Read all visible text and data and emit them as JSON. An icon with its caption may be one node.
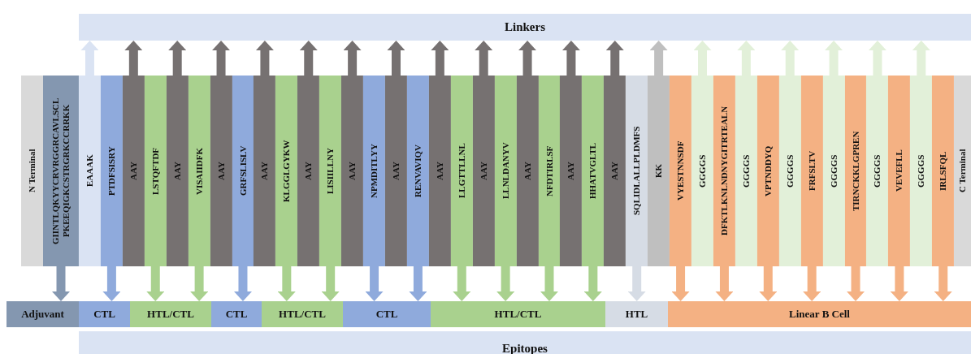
{
  "diagram": {
    "nodes": [
      {
        "text": [
          "Linkers"
        ]
      },
      {
        "text": [
          "N Terminal"
        ]
      },
      {
        "text": [
          "GIINTLQKYYCRVRGGRCAVLSCL PKEEQIGKCSTRGRKCCRRKK"
        ]
      },
      {
        "text": [
          "EAAAK"
        ]
      },
      {
        "text": [
          "PTDFSISRY"
        ]
      },
      {
        "text": [
          "AAY"
        ]
      },
      {
        "text": [
          "LSTQFTDF"
        ]
      },
      {
        "text": [
          "AAY"
        ]
      },
      {
        "text": [
          "VISAIIDFK"
        ]
      },
      {
        "text": [
          "AAY"
        ]
      },
      {
        "text": [
          "GRFSLISLV"
        ]
      },
      {
        "text": [
          "AAY"
        ]
      },
      {
        "text": [
          "KLGGLGYKW"
        ]
      },
      {
        "text": [
          "AAY"
        ]
      },
      {
        "text": [
          "LISIILLNY"
        ]
      },
      {
        "text": [
          "AAY"
        ]
      },
      {
        "text": [
          "NPMDITLYY"
        ]
      },
      {
        "text": [
          "AAY"
        ]
      },
      {
        "text": [
          "RENVAVIQV"
        ]
      },
      {
        "text": [
          "AAY"
        ]
      },
      {
        "text": [
          "LLGTTLLNL"
        ]
      },
      {
        "text": [
          "AAY"
        ]
      },
      {
        "text": [
          "LLNLDANYV"
        ]
      },
      {
        "text": [
          "AAY"
        ]
      },
      {
        "text": [
          "NFDTIRLSF"
        ]
      },
      {
        "text": [
          "AAY"
        ]
      },
      {
        "text": [
          "HHATVGLTL"
        ]
      },
      {
        "text": [
          "AAY"
        ]
      },
      {
        "text": [
          "SQLIDLALLPLDMFS"
        ]
      },
      {
        "text": [
          "KK"
        ]
      },
      {
        "text": [
          "VYESTNNSDF"
        ]
      },
      {
        "text": [
          "GGGGS"
        ]
      },
      {
        "text": [
          "DFKTLKNLNDNYGITRTEALN"
        ]
      },
      {
        "text": [
          "GGGGS"
        ]
      },
      {
        "text": [
          "VPTNDDYQ"
        ]
      },
      {
        "text": [
          "GGGGS"
        ]
      },
      {
        "text": [
          "FRFSLTV"
        ]
      },
      {
        "text": [
          "GGGGS"
        ]
      },
      {
        "text": [
          "TIRNCKKLGPREN"
        ]
      },
      {
        "text": [
          "GGGGS"
        ]
      },
      {
        "text": [
          "VEVEFLL"
        ]
      },
      {
        "text": [
          "GGGGS"
        ]
      },
      {
        "text": [
          "IRLSFQL"
        ]
      },
      {
        "text": [
          "C Terminal"
        ]
      },
      {
        "text": [
          "Adjuvant"
        ]
      },
      {
        "text": [
          "CTL"
        ]
      },
      {
        "text": [
          "HTL/CTL"
        ]
      },
      {
        "text": [
          "CTL"
        ]
      },
      {
        "text": [
          "HTL/CTL"
        ]
      },
      {
        "text": [
          "CTL"
        ]
      },
      {
        "text": [
          "HTL/CTL"
        ]
      },
      {
        "text": [
          "HTL"
        ]
      },
      {
        "text": [
          "Linear B Cell"
        ]
      },
      {
        "text": [
          "Epitopes"
        ]
      }
    ],
    "edges": [
      {
        "from": 3,
        "to": 0,
        "arrow": "to",
        "color": "#dae3f3"
      },
      {
        "from": 5,
        "to": 0,
        "arrow": "to",
        "color": "#767171"
      },
      {
        "from": 7,
        "to": 0,
        "arrow": "to",
        "color": "#767171"
      },
      {
        "from": 9,
        "to": 0,
        "arrow": "to",
        "color": "#767171"
      },
      {
        "from": 11,
        "to": 0,
        "arrow": "to",
        "color": "#767171"
      },
      {
        "from": 13,
        "to": 0,
        "arrow": "to",
        "color": "#767171"
      },
      {
        "from": 15,
        "to": 0,
        "arrow": "to",
        "color": "#767171"
      },
      {
        "from": 17,
        "to": 0,
        "arrow": "to",
        "color": "#767171"
      },
      {
        "from": 19,
        "to": 0,
        "arrow": "to",
        "color": "#767171"
      },
      {
        "from": 21,
        "to": 0,
        "arrow": "to",
        "color": "#767171"
      },
      {
        "from": 23,
        "to": 0,
        "arrow": "to",
        "color": "#767171"
      },
      {
        "from": 25,
        "to": 0,
        "arrow": "to",
        "color": "#767171"
      },
      {
        "from": 27,
        "to": 0,
        "arrow": "to",
        "color": "#767171"
      },
      {
        "from": 29,
        "to": 0,
        "arrow": "to",
        "color": "#bfbfbf"
      },
      {
        "from": 31,
        "to": 0,
        "arrow": "to",
        "color": "#e2f0d9"
      },
      {
        "from": 33,
        "to": 0,
        "arrow": "to",
        "color": "#e2f0d9"
      },
      {
        "from": 35,
        "to": 0,
        "arrow": "to",
        "color": "#e2f0d9"
      },
      {
        "from": 37,
        "to": 0,
        "arrow": "to",
        "color": "#e2f0d9"
      },
      {
        "from": 39,
        "to": 0,
        "arrow": "to",
        "color": "#e2f0d9"
      },
      {
        "from": 41,
        "to": 0,
        "arrow": "to",
        "color": "#e2f0d9"
      },
      {
        "from": 2,
        "to": 44,
        "arrow": "to",
        "color": "#8497b0"
      },
      {
        "from": 4,
        "to": 45,
        "arrow": "to",
        "color": "#8faadc"
      },
      {
        "from": 6,
        "to": 46,
        "arrow": "to",
        "color": "#a9d18e"
      },
      {
        "from": 8,
        "to": 46,
        "arrow": "to",
        "color": "#a9d18e"
      },
      {
        "from": 10,
        "to": 47,
        "arrow": "to",
        "color": "#8faadc"
      },
      {
        "from": 12,
        "to": 48,
        "arrow": "to",
        "color": "#a9d18e"
      },
      {
        "from": 14,
        "to": 48,
        "arrow": "to",
        "color": "#a9d18e"
      },
      {
        "from": 16,
        "to": 49,
        "arrow": "to",
        "color": "#8faadc"
      },
      {
        "from": 18,
        "to": 49,
        "arrow": "to",
        "color": "#8faadc"
      },
      {
        "from": 20,
        "to": 50,
        "arrow": "to",
        "color": "#a9d18e"
      },
      {
        "from": 22,
        "to": 50,
        "arrow": "to",
        "color": "#a9d18e"
      },
      {
        "from": 24,
        "to": 50,
        "arrow": "to",
        "color": "#a9d18e"
      },
      {
        "from": 26,
        "to": 50,
        "arrow": "to",
        "color": "#a9d18e"
      },
      {
        "from": 28,
        "to": 51,
        "arrow": "to",
        "color": "#d6dce5"
      },
      {
        "from": 30,
        "to": 52,
        "arrow": "to",
        "color": "#f4b183"
      },
      {
        "from": 32,
        "to": 52,
        "arrow": "to",
        "color": "#f4b183"
      },
      {
        "from": 34,
        "to": 52,
        "arrow": "to",
        "color": "#f4b183"
      },
      {
        "from": 36,
        "to": 52,
        "arrow": "to",
        "color": "#f4b183"
      },
      {
        "from": 38,
        "to": 52,
        "arrow": "to",
        "color": "#f4b183"
      },
      {
        "from": 40,
        "to": 52,
        "arrow": "to",
        "color": "#f4b183"
      },
      {
        "from": 42,
        "to": 52,
        "arrow": "to",
        "color": "#f4b183"
      }
    ]
  }
}
